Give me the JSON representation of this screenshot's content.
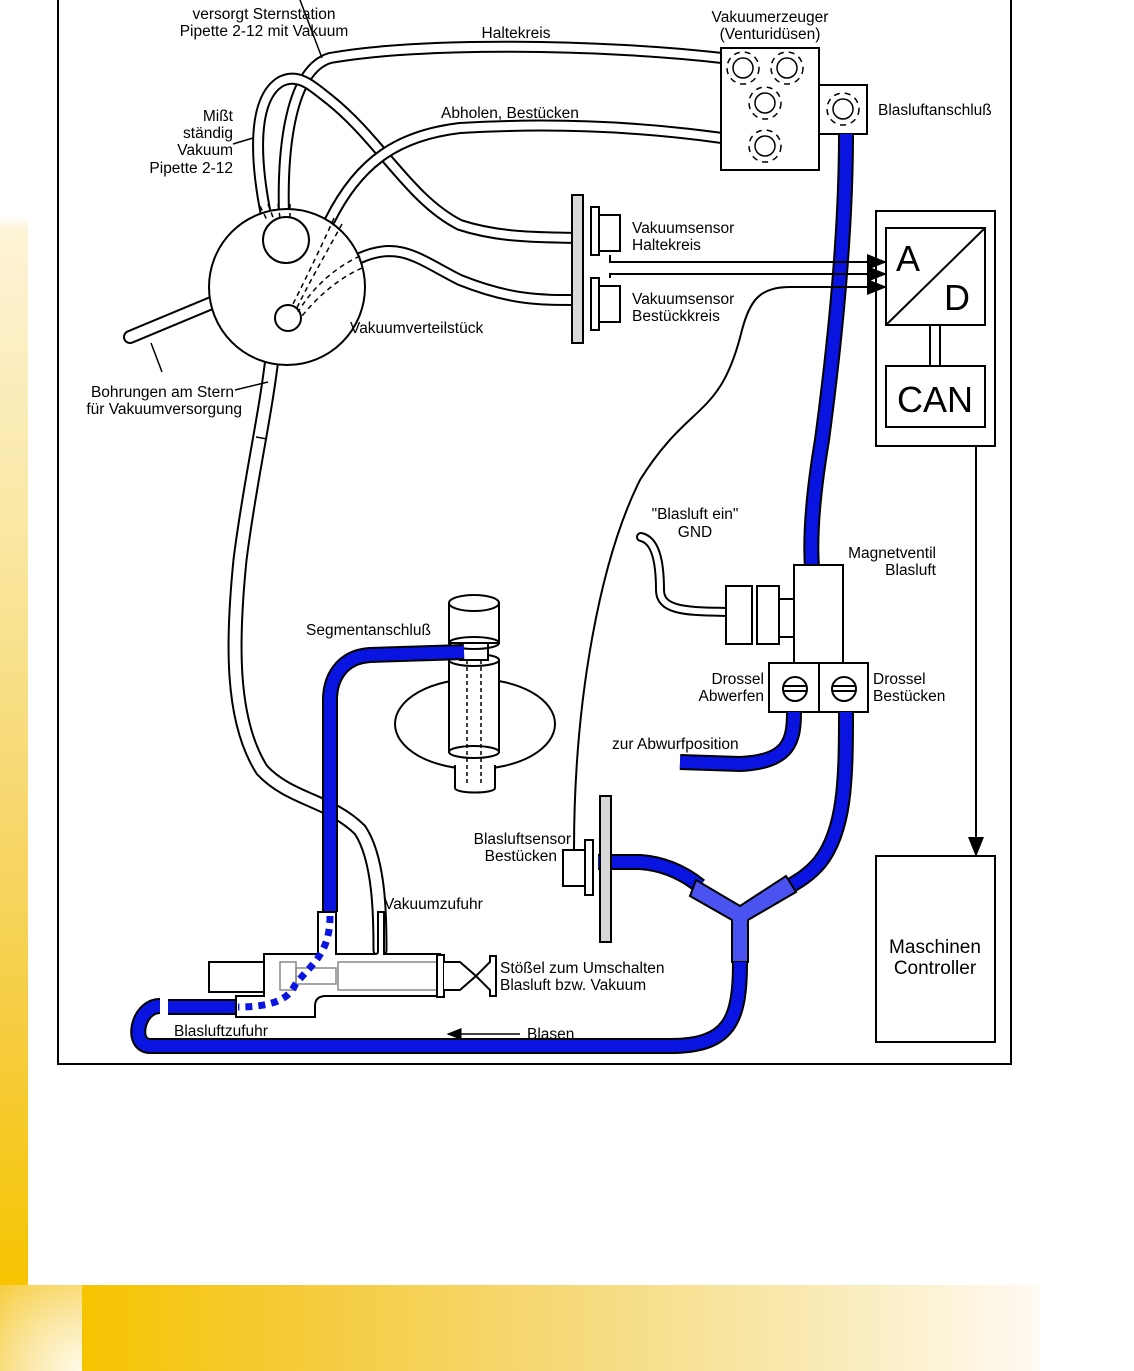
{
  "diagram": {
    "colors": {
      "blow_air_pipe": "#0a14e0",
      "blow_air_pipe_light": "#4a52f0",
      "sensor_plate": "#d8d8d8",
      "accent_gold": "#f6c400"
    },
    "labels": {
      "versorgt_line1": "versorgt Sternstation",
      "versorgt_line2": "Pipette 2-12 mit Vakuum",
      "haltekreis": "Haltekreis",
      "vakuumerzeuger_line1": "Vakuumerzeuger",
      "vakuumerzeuger_line2": "(Venturidüsen)",
      "blasluftanschluss": "Blasluftanschluß",
      "misst_line1": "Mißt",
      "misst_line2": "ständig",
      "misst_line3": "Vakuum",
      "misst_line4": "Pipette 2-12",
      "abholen": "Abholen, Bestücken",
      "vs_halte_line1": "Vakuumsensor",
      "vs_halte_line2": "Haltekreis",
      "vs_best_line1": "Vakuumsensor",
      "vs_best_line2": "Bestückkreis",
      "adc_a": "A",
      "adc_d": "D",
      "can": "CAN",
      "vakuumverteilstueck": "Vakuumverteilstück",
      "bohrungen_line1": "Bohrungen am Stern",
      "bohrungen_line2": "für Vakuumversorgung",
      "blasluft_ein": "\"Blasluft ein\"",
      "gnd": "GND",
      "magnetventil_line1": "Magnetventil",
      "magnetventil_line2": "Blasluft",
      "drossel_abw_line1": "Drossel",
      "drossel_abw_line2": "Abwerfen",
      "drossel_best_line1": "Drossel",
      "drossel_best_line2": "Bestücken",
      "segmentanschluss": "Segmentanschluß",
      "zur_abwurf": "zur Abwurfposition",
      "blasluftsensor_line1": "Blasluftsensor",
      "blasluftsensor_line2": "Bestücken",
      "vakuumzufuhr": "Vakuumzufuhr",
      "stoessel_line1": "Stößel zum Umschalten",
      "stoessel_line2": "Blasluft bzw. Vakuum",
      "blasluftzufuhr": "Blasluftzufuhr",
      "blasen": "Blasen",
      "maschinen_line1": "Maschinen",
      "maschinen_line2": "Controller"
    }
  }
}
